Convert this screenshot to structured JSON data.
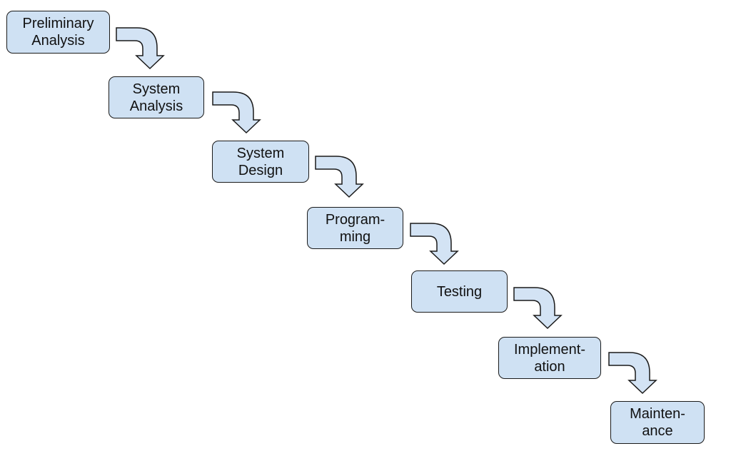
{
  "diagram": {
    "stages": [
      {
        "id": "preliminary-analysis",
        "label": "Preliminary\nAnalysis"
      },
      {
        "id": "system-analysis",
        "label": "System\nAnalysis"
      },
      {
        "id": "system-design",
        "label": "System\nDesign"
      },
      {
        "id": "programming",
        "label": "Program-\nming"
      },
      {
        "id": "testing",
        "label": "Testing"
      },
      {
        "id": "implementation",
        "label": "Implement-\nation"
      },
      {
        "id": "maintenance",
        "label": "Mainten-\nance"
      }
    ],
    "connectors": [
      {
        "from": "preliminary-analysis",
        "to": "system-analysis"
      },
      {
        "from": "system-analysis",
        "to": "system-design"
      },
      {
        "from": "system-design",
        "to": "programming"
      },
      {
        "from": "programming",
        "to": "testing"
      },
      {
        "from": "testing",
        "to": "implementation"
      },
      {
        "from": "implementation",
        "to": "maintenance"
      }
    ],
    "colors": {
      "box_fill": "#cfe1f3",
      "arrow_fill": "#d3e3f4",
      "outline": "#1a1a1a",
      "text": "#111111"
    }
  }
}
